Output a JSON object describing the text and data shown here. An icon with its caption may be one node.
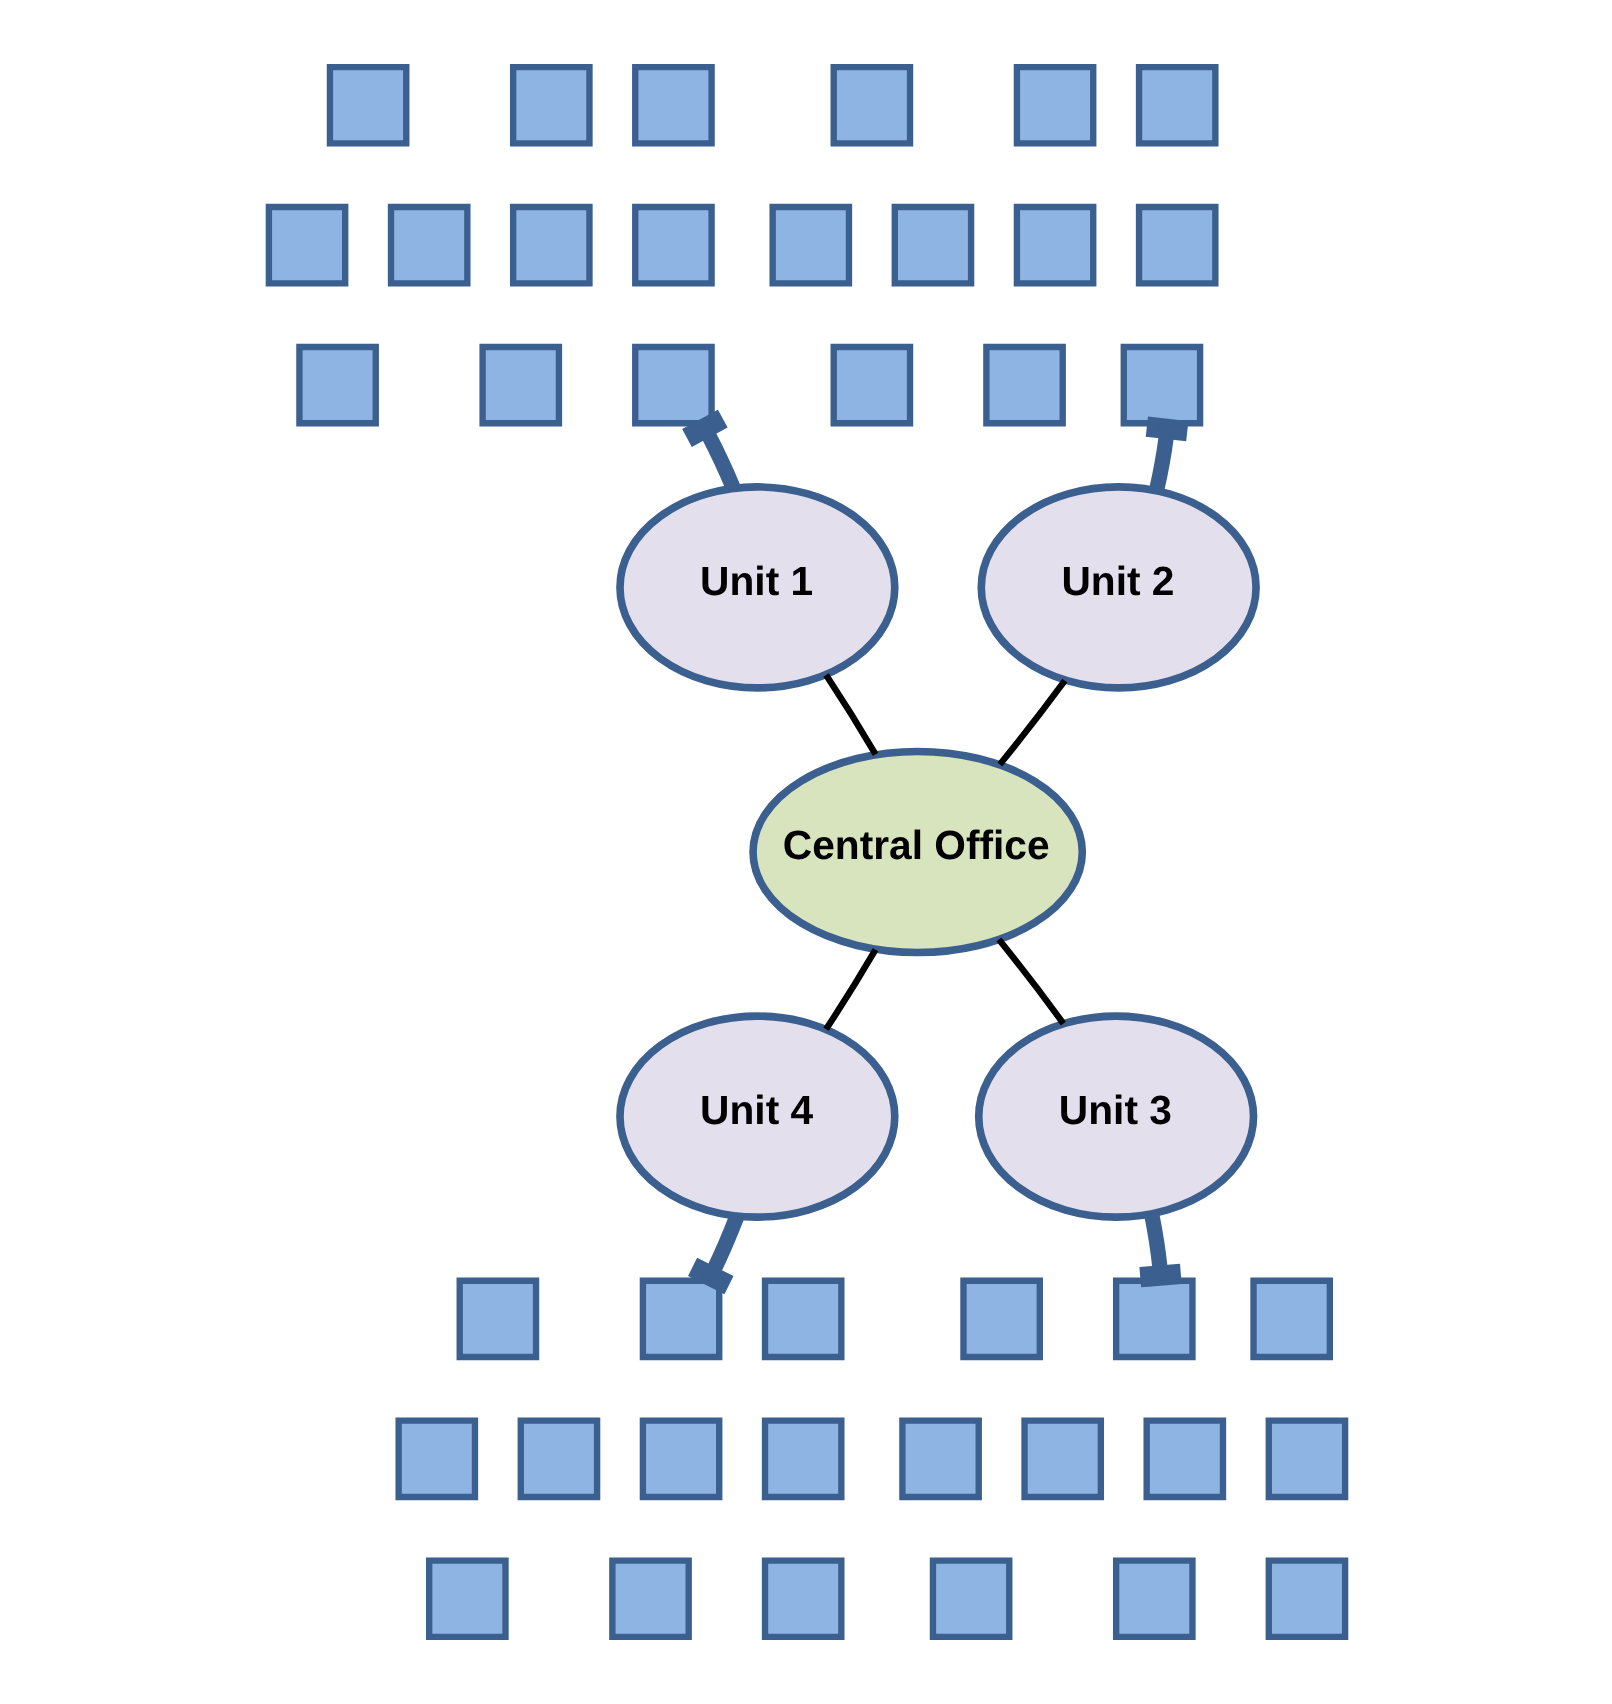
{
  "diagram": {
    "nodes": [
      {
        "text": [],
        "shape": "box"
      },
      {
        "text": [],
        "shape": "box"
      },
      {
        "text": [],
        "shape": "box"
      },
      {
        "text": [],
        "shape": "box"
      },
      {
        "text": [],
        "shape": "box"
      },
      {
        "text": [],
        "shape": "box"
      },
      {
        "text": [],
        "shape": "box"
      },
      {
        "text": [],
        "shape": "box"
      },
      {
        "text": [],
        "shape": "box"
      },
      {
        "text": [],
        "shape": "box"
      },
      {
        "text": [],
        "shape": "box"
      },
      {
        "text": [],
        "shape": "box"
      },
      {
        "text": [],
        "shape": "box"
      },
      {
        "text": [],
        "shape": "box"
      },
      {
        "text": [],
        "shape": "box"
      },
      {
        "text": [],
        "shape": "box"
      },
      {
        "text": [],
        "shape": "box"
      },
      {
        "text": [],
        "shape": "box"
      },
      {
        "text": [],
        "shape": "box"
      },
      {
        "text": [],
        "shape": "box"
      },
      {
        "text": [
          "Unit 1"
        ]
      },
      {
        "text": [
          "Unit 2"
        ]
      },
      {
        "text": [
          "Central Office"
        ]
      },
      {
        "text": [
          "Unit 4"
        ]
      },
      {
        "text": [
          "Unit 3"
        ]
      },
      {
        "text": [],
        "shape": "box"
      },
      {
        "text": [],
        "shape": "box"
      },
      {
        "text": [],
        "shape": "box"
      },
      {
        "text": [],
        "shape": "box"
      },
      {
        "text": [],
        "shape": "box"
      },
      {
        "text": [],
        "shape": "box"
      },
      {
        "text": [],
        "shape": "box"
      },
      {
        "text": [],
        "shape": "box"
      },
      {
        "text": [],
        "shape": "box"
      },
      {
        "text": [],
        "shape": "box"
      },
      {
        "text": [],
        "shape": "box"
      },
      {
        "text": [],
        "shape": "box"
      },
      {
        "text": [],
        "shape": "box"
      },
      {
        "text": [],
        "shape": "box"
      },
      {
        "text": [],
        "shape": "box"
      },
      {
        "text": [],
        "shape": "box"
      },
      {
        "text": [],
        "shape": "box"
      },
      {
        "text": [],
        "shape": "box"
      },
      {
        "text": [],
        "shape": "box"
      },
      {
        "text": [],
        "shape": "box"
      }
    ],
    "edges": [
      {
        "from": 22,
        "to": 20,
        "arrow": "none"
      },
      {
        "from": 22,
        "to": 21,
        "arrow": "none"
      },
      {
        "from": 22,
        "to": 23,
        "arrow": "none"
      },
      {
        "from": 22,
        "to": 24,
        "arrow": "none"
      },
      {
        "from": 20,
        "to": 8,
        "arrow": "other",
        "style": "thick",
        "color": "#3b5f8e"
      },
      {
        "from": 21,
        "to": 18,
        "arrow": "other",
        "style": "thick",
        "color": "#3b5f8e"
      },
      {
        "from": 23,
        "to": 26,
        "arrow": "other",
        "style": "thick",
        "color": "#3b5f8e"
      },
      {
        "from": 24,
        "to": 36,
        "arrow": "other",
        "style": "thick",
        "color": "#3b5f8e"
      }
    ]
  }
}
